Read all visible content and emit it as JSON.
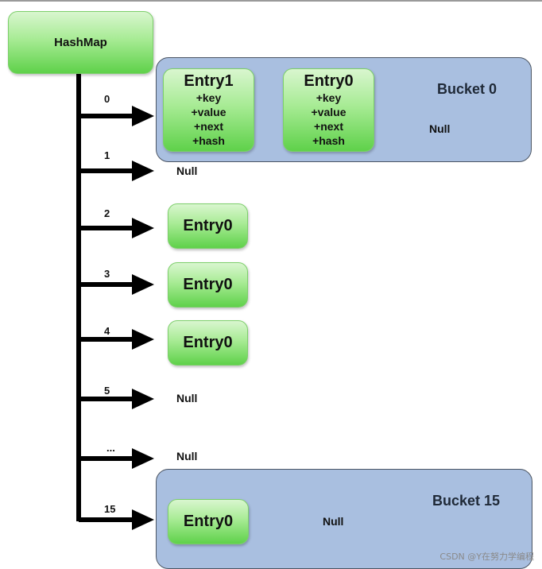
{
  "hashmap": {
    "label": "HashMap"
  },
  "buckets": {
    "b0": {
      "title": "Bucket 0"
    },
    "b15": {
      "title": "Bucket 15"
    }
  },
  "entry_fields": [
    "+key",
    "+value",
    "+next",
    "+hash"
  ],
  "entries": {
    "e1": {
      "title": "Entry1"
    },
    "e0_top": {
      "title": "Entry0"
    },
    "e0_2": {
      "title": "Entry0"
    },
    "e0_3": {
      "title": "Entry0"
    },
    "e0_4": {
      "title": "Entry0"
    },
    "e0_15": {
      "title": "Entry0"
    }
  },
  "indices": [
    "0",
    "1",
    "2",
    "3",
    "4",
    "5",
    "...",
    "15"
  ],
  "null_label": "Null",
  "watermark": "CSDN @Y在努力学编程"
}
